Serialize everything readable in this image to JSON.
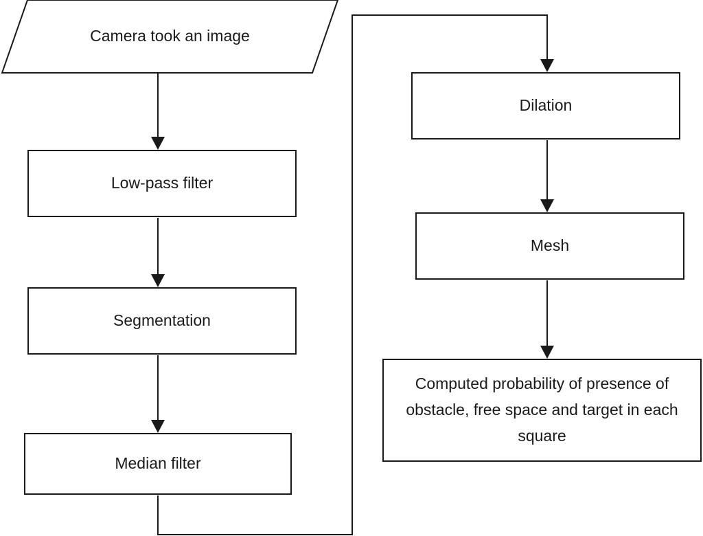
{
  "flowchart": {
    "start": {
      "label": "Camera took an image",
      "shape": "parallelogram"
    },
    "steps": [
      {
        "id": "lowpass",
        "label": "Low-pass filter"
      },
      {
        "id": "segmentation",
        "label": "Segmentation"
      },
      {
        "id": "median",
        "label": "Median filter"
      },
      {
        "id": "dilation",
        "label": "Dilation"
      },
      {
        "id": "mesh",
        "label": "Mesh"
      },
      {
        "id": "computed",
        "label": "Computed probability of presence of obstacle, free space and target in each square"
      }
    ],
    "edges": [
      [
        "start",
        "lowpass"
      ],
      [
        "lowpass",
        "segmentation"
      ],
      [
        "segmentation",
        "median"
      ],
      [
        "median",
        "dilation"
      ],
      [
        "dilation",
        "mesh"
      ],
      [
        "mesh",
        "computed"
      ]
    ],
    "colors": {
      "stroke": "#1a1a1a",
      "background": "#ffffff"
    }
  }
}
